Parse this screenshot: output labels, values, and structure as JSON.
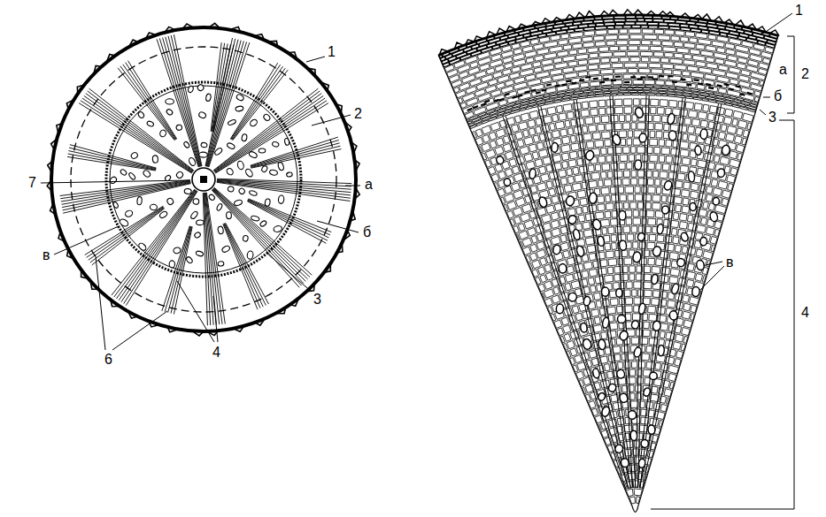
{
  "diagram": {
    "labels": [
      "1",
      "2",
      "а",
      "б",
      "3",
      "4",
      "6",
      "в",
      "7",
      "1",
      "а",
      "2",
      "б",
      "3",
      "в",
      "4"
    ]
  }
}
